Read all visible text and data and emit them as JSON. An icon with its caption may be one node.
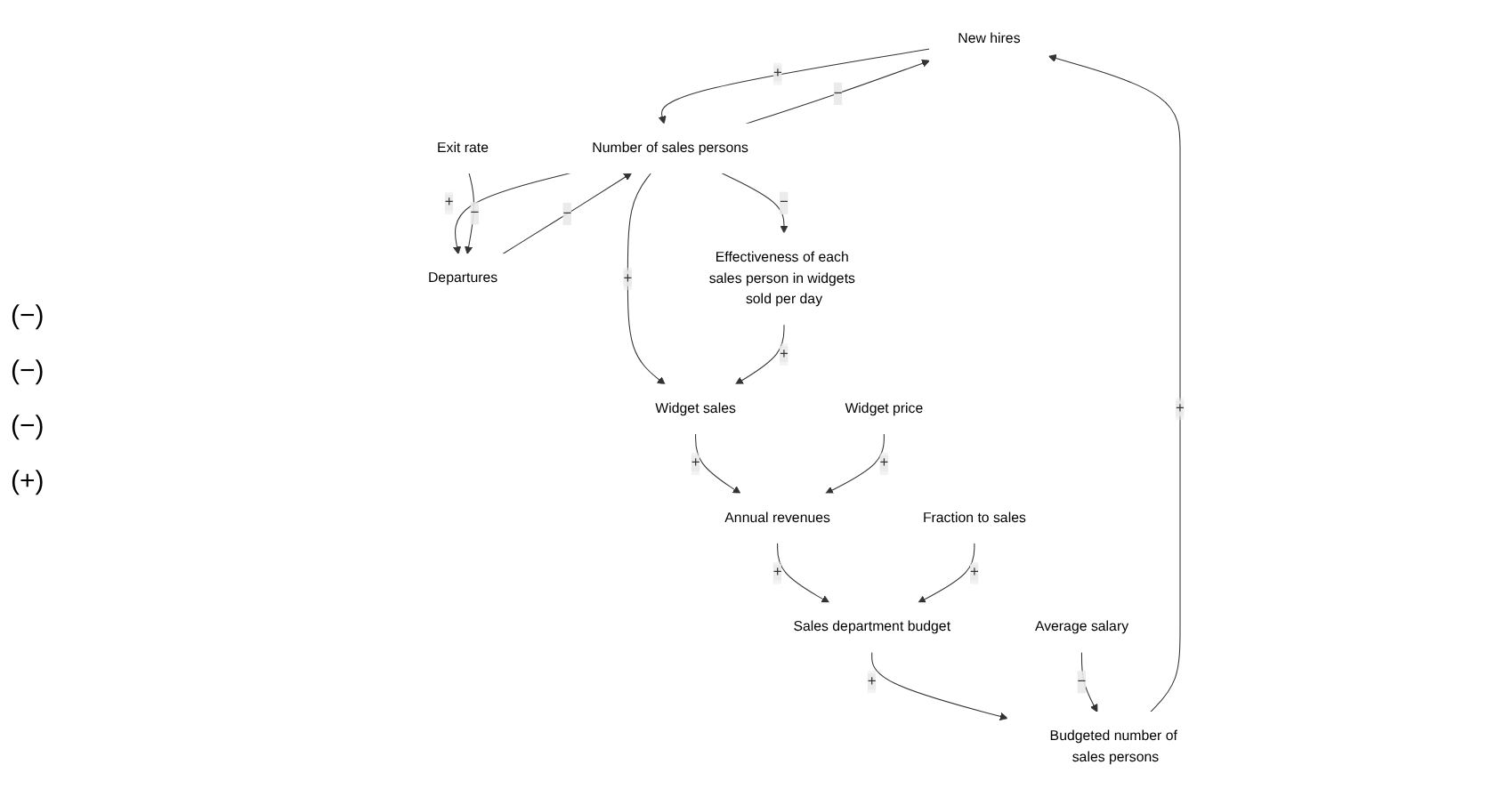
{
  "diagram": {
    "nodes": [
      {
        "text": [
          "New hires"
        ]
      },
      {
        "text": [
          "Number of sales persons"
        ]
      },
      {
        "text": [
          "Departures"
        ]
      },
      {
        "text": [
          "Exit rate"
        ]
      },
      {
        "text": [
          "Budgeted number of sales persons"
        ]
      },
      {
        "text": [
          "Effectiveness of each sales person in widgets sold per day"
        ]
      },
      {
        "text": [
          "Widget sales"
        ]
      },
      {
        "text": [
          "Sales department budget"
        ]
      },
      {
        "text": [
          "Average salary"
        ]
      },
      {
        "text": [
          "Annual revenues"
        ]
      },
      {
        "text": [
          "Widget price"
        ]
      },
      {
        "text": [
          "Fraction to sales"
        ]
      }
    ],
    "edges": [
      {
        "from": 0,
        "to": 1,
        "arrow": "to",
        "label": "+"
      },
      {
        "from": 1,
        "to": 0,
        "arrow": "to",
        "label": "−"
      },
      {
        "from": 2,
        "to": 1,
        "arrow": "to",
        "label": "−"
      },
      {
        "from": 1,
        "to": 2,
        "arrow": "to",
        "label": "+"
      },
      {
        "from": 3,
        "to": 2,
        "arrow": "to",
        "label": "−"
      },
      {
        "from": 4,
        "to": 0,
        "arrow": "to",
        "label": "+"
      },
      {
        "from": 1,
        "to": 5,
        "arrow": "to",
        "label": "−"
      },
      {
        "from": 1,
        "to": 6,
        "arrow": "to",
        "label": "+"
      },
      {
        "from": 5,
        "to": 6,
        "arrow": "to",
        "label": "+"
      },
      {
        "from": 7,
        "to": 4,
        "arrow": "to",
        "label": "+"
      },
      {
        "from": 8,
        "to": 4,
        "arrow": "to",
        "label": "−"
      },
      {
        "from": 6,
        "to": 9,
        "arrow": "to",
        "label": "+"
      },
      {
        "from": 9,
        "to": 7,
        "arrow": "to",
        "label": "+"
      },
      {
        "from": 10,
        "to": 9,
        "arrow": "to",
        "label": "+"
      },
      {
        "from": 11,
        "to": 7,
        "arrow": "to",
        "label": "+"
      }
    ],
    "labels": [
      "(−)",
      "(−)",
      "(−)",
      "(+)"
    ]
  }
}
